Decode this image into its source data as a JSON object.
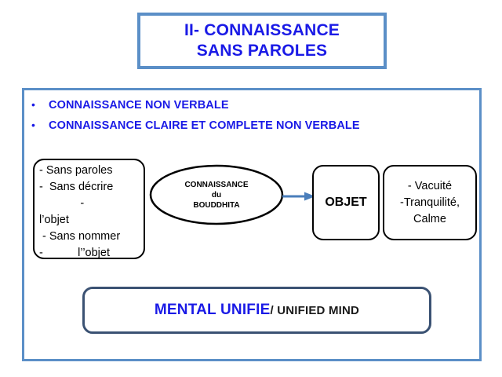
{
  "title": {
    "line1": "II- CONNAISSANCE",
    "line2": "SANS PAROLES"
  },
  "bullets": [
    {
      "marker": "•",
      "label": "CONNAISSANCE NON VERBALE"
    },
    {
      "marker": "•",
      "label": "CONNAISSANCE CLAIRE ET COMPLETE NON VERBALE"
    }
  ],
  "left_box": {
    "lines": [
      "- Sans paroles",
      "-  Sans décrire",
      "             -",
      "l’objet",
      " - Sans nommer",
      "-           l’’objet"
    ]
  },
  "ellipse": {
    "line1": "CONNAISSANCE",
    "line2": "du",
    "line3": "BOUDDHITA"
  },
  "arrow": {
    "direction": "right",
    "color": "#4A7EBB"
  },
  "objet_box": {
    "label": "OBJET"
  },
  "qualities_box": {
    "lines": [
      "- Vacuité",
      "-Tranquilité,",
      "Calme"
    ]
  },
  "mental_box": {
    "french": "MENTAL UNIFIE",
    "english": "/ UNIFIED MIND"
  },
  "colors": {
    "heading_blue": "#1A1AE6",
    "frame_blue": "#5B8FC7",
    "arrow_blue": "#4A7EBB",
    "mental_border": "#3B5273",
    "shape_black": "#000000"
  }
}
